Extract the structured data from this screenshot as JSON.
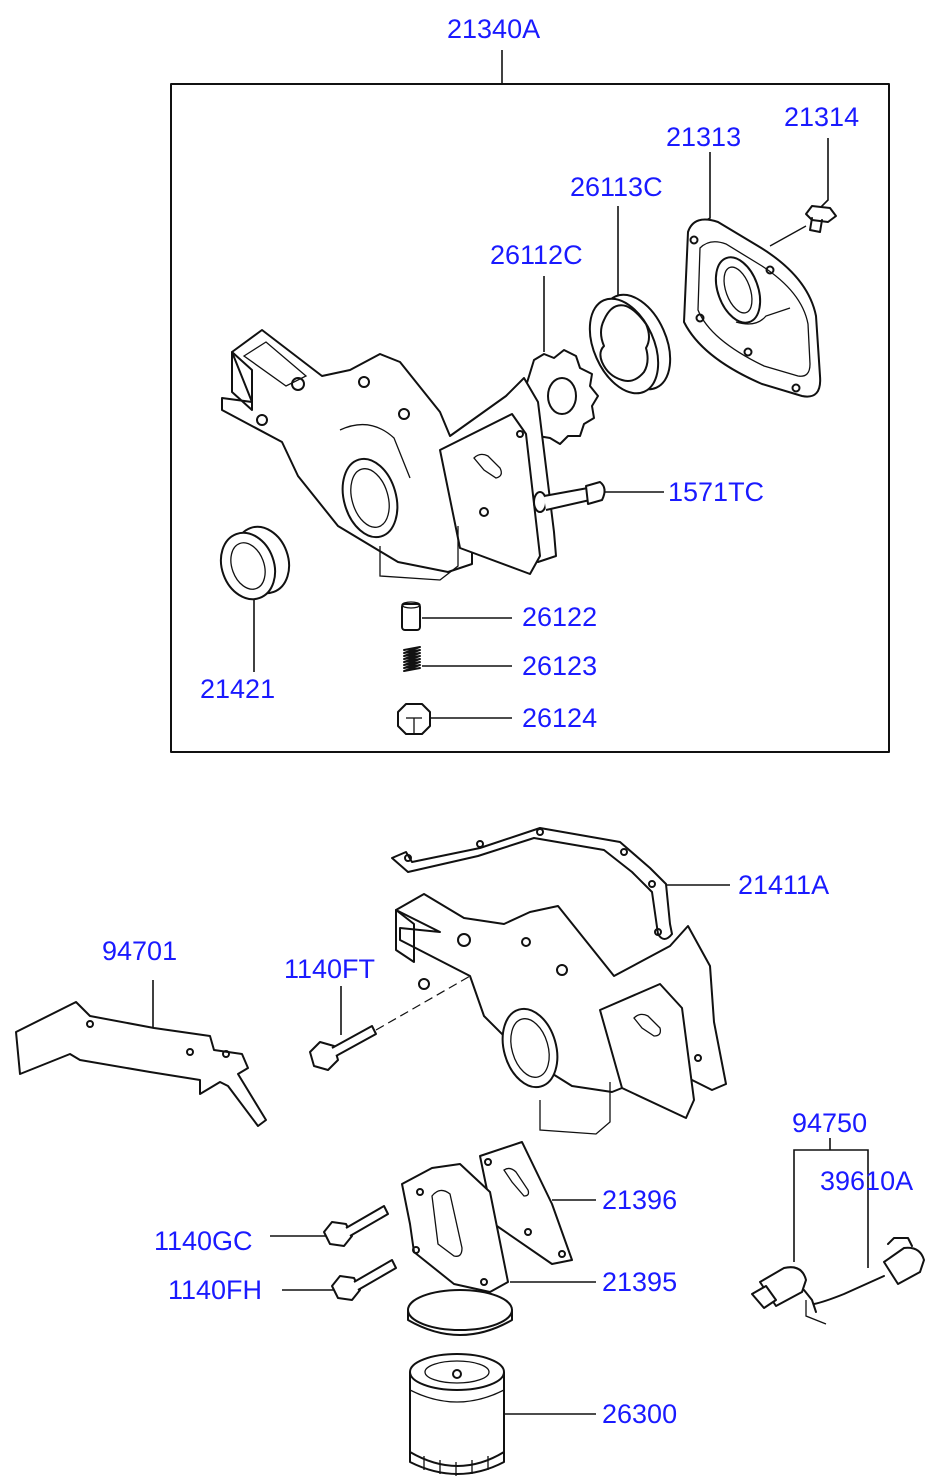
{
  "labels": {
    "p21340A": "21340A",
    "p21314": "21314",
    "p21313": "21313",
    "p26113C": "26113C",
    "p26112C": "26112C",
    "p1571TC": "1571TC",
    "p26122": "26122",
    "p26123": "26123",
    "p26124": "26124",
    "p21421": "21421",
    "p21411A": "21411A",
    "p94701": "94701",
    "p1140FT": "1140FT",
    "p94750": "94750",
    "p39610A": "39610A",
    "p21396": "21396",
    "p1140GC": "1140GC",
    "p21395": "21395",
    "p1140FH": "1140FH",
    "p26300": "26300"
  },
  "colors": {
    "label": "#1a1aff",
    "line": "#111111",
    "background": "#ffffff"
  }
}
